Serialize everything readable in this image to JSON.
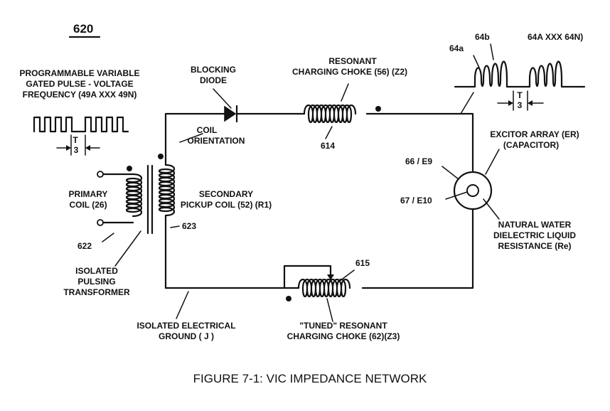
{
  "figure_number": "620",
  "caption": "FIGURE 7-1: VIC IMPEDANCE NETWORK",
  "labels": {
    "pulse_line1": "PROGRAMMABLE VARIABLE",
    "pulse_line2": "GATED PULSE - VOLTAGE",
    "pulse_line3": "FREQUENCY (49A XXX 49N)",
    "blocking_line1": "BLOCKING",
    "blocking_line2": "DIODE",
    "resonant_line1": "RESONANT",
    "resonant_line2": "CHARGING CHOKE (56) (Z2)",
    "coil_orient_line1": "COIL",
    "coil_orient_line2": "ORIENTATION",
    "primary_line1": "PRIMARY",
    "primary_line2": "COIL (26)",
    "secondary_line1": "SECONDARY",
    "secondary_line2": "PICKUP COIL (52) (R1)",
    "isolated_xf_line1": "ISOLATED",
    "isolated_xf_line2": "PULSING",
    "isolated_xf_line3": "TRANSFORMER",
    "ground_line1": "ISOLATED ELECTRICAL",
    "ground_line2": "GROUND ( J )",
    "tuned_line1": "\"TUNED\" RESONANT",
    "tuned_line2": "CHARGING CHOKE (62)(Z3)",
    "excitor_line1": "EXCITOR ARRAY (ER)",
    "excitor_line2": "(CAPACITOR)",
    "water_line1": "NATURAL WATER",
    "water_line2": "DIELECTRIC LIQUID",
    "water_line3": "RESISTANCE (Re)",
    "e9": "66 / E9",
    "e10": "67 / E10"
  },
  "refs": {
    "r614": "614",
    "r615": "615",
    "r622": "622",
    "r623": "623",
    "r64a": "64a",
    "r64b": "64b",
    "r64AN": "64A XXX 64N)"
  },
  "timing": {
    "t_top": "T",
    "t_bottom": "3"
  }
}
